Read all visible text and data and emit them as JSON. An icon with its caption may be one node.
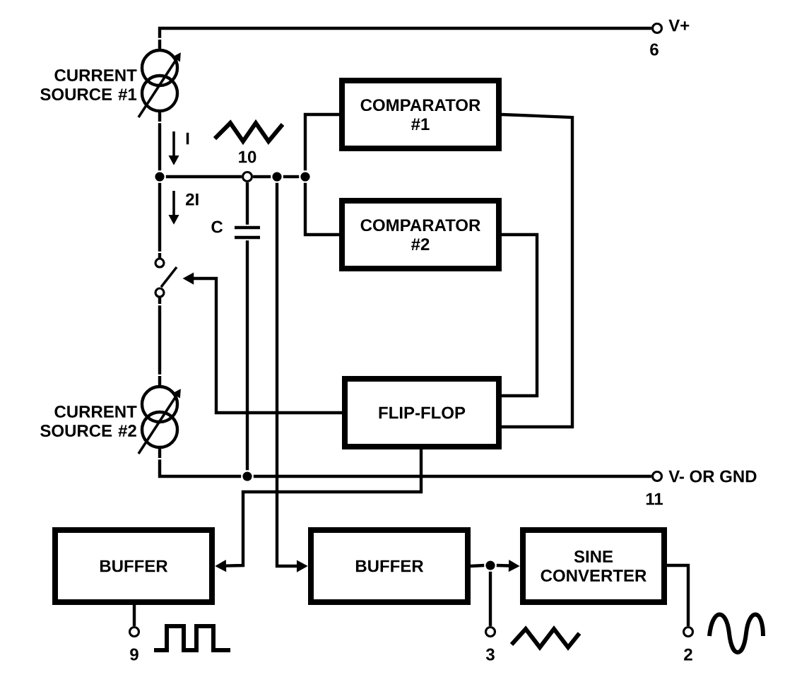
{
  "diagram": {
    "nodes": [
      {
        "text": [
          "COMPARATOR #1"
        ]
      },
      {
        "text": [
          "COMPARATOR #2"
        ]
      },
      {
        "text": [
          "FLIP-FLOP"
        ]
      },
      {
        "text": [
          "BUFFER"
        ]
      },
      {
        "text": [
          "BUFFER"
        ]
      },
      {
        "text": [
          "SINE CONVERTER"
        ]
      },
      {
        "text": [],
        "shape": "circle",
        "beside": [
          "CURRENT SOURCE #1"
        ]
      },
      {
        "text": [],
        "shape": "circle",
        "beside": [
          "CURRENT SOURCE #2"
        ]
      },
      {
        "text": [],
        "shape": "switch"
      },
      {
        "text": [],
        "shape": "circle",
        "beside": [
          "V+",
          "6"
        ]
      },
      {
        "text": [],
        "shape": "dot"
      },
      {
        "text": [],
        "shape": "circle",
        "beside": [
          "10"
        ]
      },
      {
        "text": [],
        "shape": "dot"
      },
      {
        "text": [],
        "shape": "dot"
      },
      {
        "text": [],
        "shape": "capacitor",
        "beside": [
          "C"
        ]
      },
      {
        "text": [],
        "shape": "dot"
      },
      {
        "text": [],
        "shape": "circle",
        "beside": [
          "V- OR GND",
          "11"
        ]
      },
      {
        "text": [],
        "shape": "circle",
        "beside": [
          "9"
        ]
      },
      {
        "text": [],
        "shape": "dot"
      },
      {
        "text": [],
        "shape": "circle",
        "beside": [
          "3"
        ]
      },
      {
        "text": [],
        "shape": "circle",
        "beside": [
          "2"
        ]
      }
    ],
    "edges": [
      {
        "from": 0,
        "to": 2,
        "arrow": "none"
      },
      {
        "from": 1,
        "to": 2,
        "arrow": "none"
      },
      {
        "from": 2,
        "to": 8,
        "arrow": "to"
      },
      {
        "from": 2,
        "to": 3,
        "arrow": "to"
      },
      {
        "from": 12,
        "to": 4,
        "arrow": "to"
      },
      {
        "from": 4,
        "to": 18,
        "arrow": "none"
      },
      {
        "from": 18,
        "to": 5,
        "arrow": "to"
      },
      {
        "from": 9,
        "to": 6,
        "arrow": "none"
      },
      {
        "from": 6,
        "to": 10,
        "arrow": "none"
      },
      {
        "from": 10,
        "to": 8,
        "arrow": "none"
      },
      {
        "from": 10,
        "to": 11,
        "arrow": "none"
      },
      {
        "from": 11,
        "to": 12,
        "arrow": "none"
      },
      {
        "from": 12,
        "to": 13,
        "arrow": "none"
      },
      {
        "from": 13,
        "to": 0,
        "arrow": "none"
      },
      {
        "from": 13,
        "to": 1,
        "arrow": "none"
      },
      {
        "from": 11,
        "to": 14,
        "arrow": "none"
      },
      {
        "from": 8,
        "to": 7,
        "arrow": "none"
      },
      {
        "from": 7,
        "to": 15,
        "arrow": "none"
      },
      {
        "from": 14,
        "to": 15,
        "arrow": "none"
      },
      {
        "from": 15,
        "to": 16,
        "arrow": "none"
      },
      {
        "from": 3,
        "to": 17,
        "arrow": "none"
      },
      {
        "from": 18,
        "to": 19,
        "arrow": "none"
      },
      {
        "from": 5,
        "to": 20,
        "arrow": "none"
      }
    ],
    "labels": [
      "I",
      "2I"
    ]
  }
}
